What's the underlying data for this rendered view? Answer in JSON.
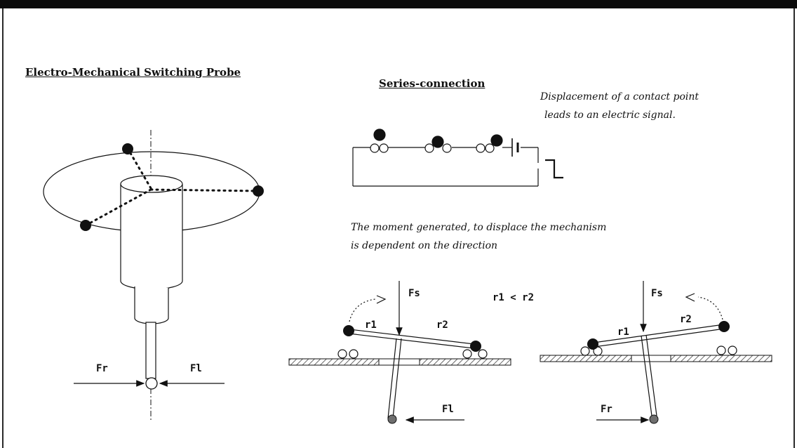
{
  "titles": {
    "main": "Electro-Mechanical Switching Probe",
    "series": "Series-connection"
  },
  "notes": {
    "displacement_line1": "Displacement of a contact point",
    "displacement_line2": "leads to an electric signal.",
    "moment_line1": "The moment generated, to displace the mechanism",
    "moment_line2": "is dependent on the direction"
  },
  "labels": {
    "fr": "Fr",
    "fl": "Fl",
    "fs": "Fs",
    "r1": "r1",
    "r2": "r2",
    "comparison": "r1 < r2"
  },
  "colors": {
    "ink": "#111111",
    "frame": "#0b0b0b",
    "ball": "#111111",
    "tip": "#6e6e6e"
  }
}
